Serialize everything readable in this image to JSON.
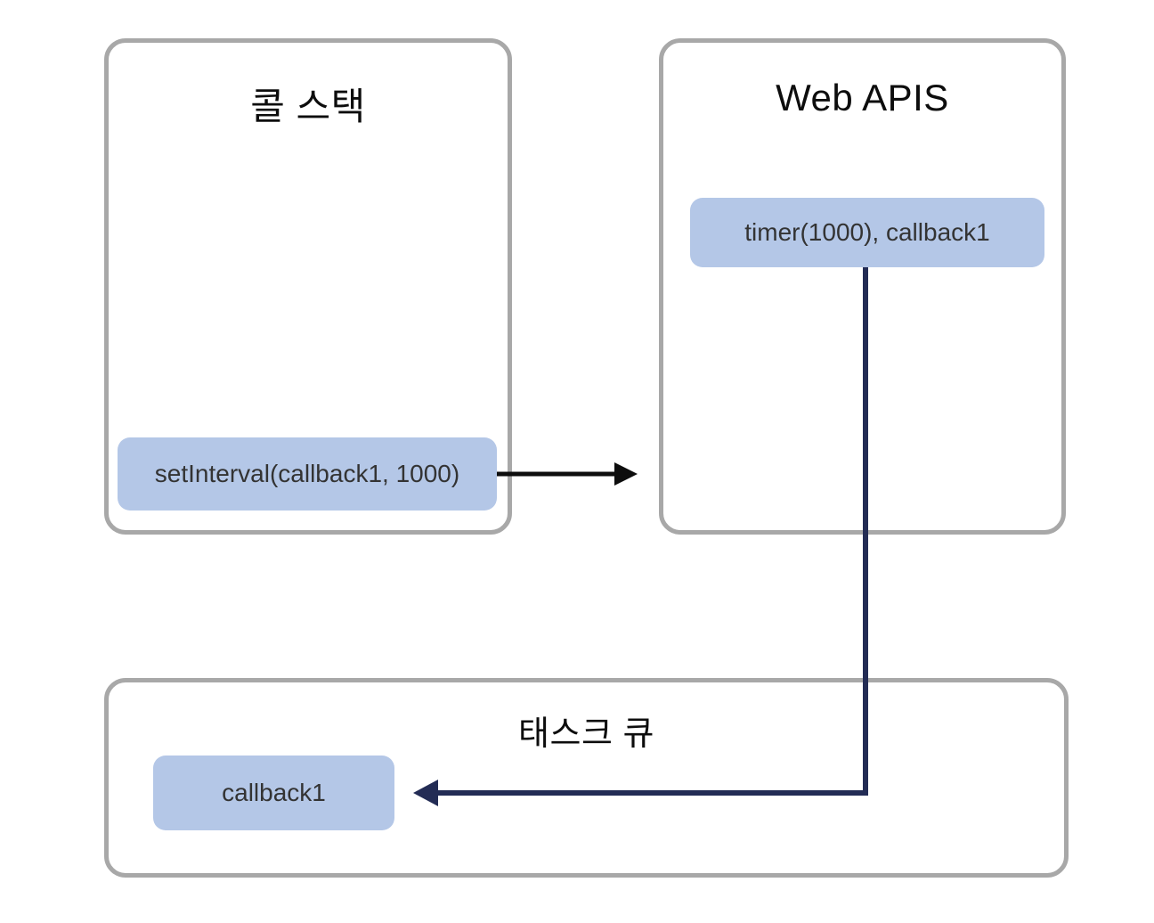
{
  "diagram": {
    "call_stack": {
      "title": "콜 스택",
      "items": [
        {
          "label": "setInterval(callback1, 1000)"
        }
      ]
    },
    "web_apis": {
      "title": "Web APIS",
      "items": [
        {
          "label": "timer(1000), callback1"
        }
      ]
    },
    "task_queue": {
      "title": "태스크 큐",
      "items": [
        {
          "label": "callback1"
        }
      ]
    },
    "arrows": [
      {
        "name": "setinterval-to-webapis",
        "color": "#0d0d0d",
        "direction": "right"
      },
      {
        "name": "timer-to-taskqueue",
        "color": "#232c55",
        "direction": "down-then-left"
      }
    ],
    "colors": {
      "panel_border": "#a8a8a8",
      "chip_fill": "#b4c7e7",
      "chip_text": "#333333",
      "title_text": "#0d0d0d",
      "arrow_black": "#0d0d0d",
      "arrow_navy": "#232c55",
      "background": "#ffffff"
    }
  }
}
